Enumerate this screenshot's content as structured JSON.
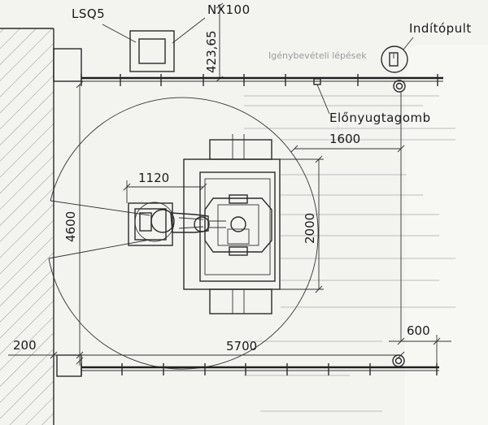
{
  "labels": {
    "lsq5": "LSQ5",
    "nx100": "NX100",
    "inditopult": "Indítópult",
    "elonyugtagomb": "Előnyugtagomb"
  },
  "dimensions": {
    "d423": "423,65",
    "d1600": "1600",
    "d1120": "1120",
    "d2000": "2000",
    "d4600": "4600",
    "d200": "200",
    "d5700": "5700",
    "d600": "600"
  },
  "background": {
    "heading_fragment": "Igénybevételi lépések"
  }
}
